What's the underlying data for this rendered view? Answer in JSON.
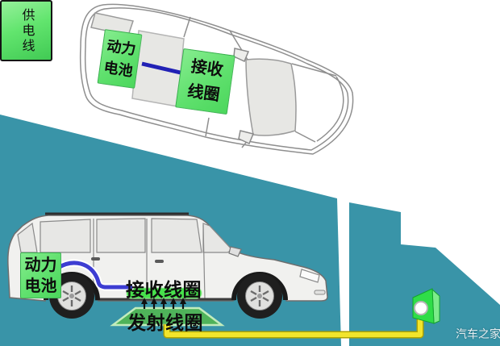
{
  "top_view": {
    "battery": {
      "line1": "动力",
      "line2": "电池"
    },
    "receiver_coil": {
      "line1": "接收",
      "line2": "线圈"
    }
  },
  "side_view": {
    "battery": {
      "line1": "动力",
      "line2": "电池"
    },
    "receiver_coil_label": "接收线圈",
    "transmitter_coil_label": "发射线圈",
    "supply_line_label": "供电线"
  },
  "watermark": "汽车之家",
  "icons": {
    "energy_flow": "five-up-arrows-icon",
    "outlet": "power-outlet-icon"
  },
  "colors": {
    "background_teal": "#3994a8",
    "label_green": "#5fe06d",
    "wire_blue": "#3d3dd2",
    "connector_blue": "#2121b5",
    "wire_yellow": "#f2e52b",
    "car_body": "#f1f1ef"
  }
}
